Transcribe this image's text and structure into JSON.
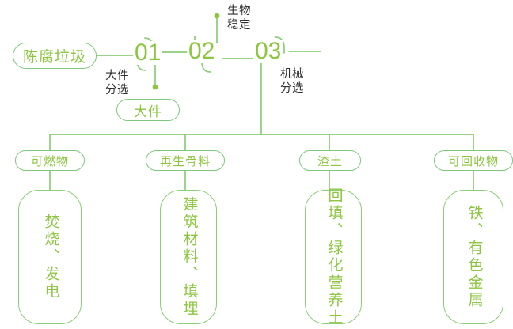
{
  "diagram": {
    "title_node": {
      "label": "陈腐垃圾"
    },
    "stages": [
      {
        "number": "01",
        "caption": "大件\n分选"
      },
      {
        "number": "02",
        "caption": "生物\n稳定"
      },
      {
        "number": "03",
        "caption": "机械\n分选"
      }
    ],
    "side_outputs": [
      {
        "label": "大件"
      }
    ],
    "branches": [
      {
        "label": "可燃物",
        "outcome": "焚烧、发电"
      },
      {
        "label": "再生骨料",
        "outcome": "建筑材料、填埋"
      },
      {
        "label": "渣土",
        "outcome": "回填、绿化营养土"
      },
      {
        "label": "可回收物",
        "outcome": "铁、有色金属"
      }
    ]
  },
  "colors": {
    "line": "#8ccd77",
    "green_text": "#8cc63f",
    "dark_text": "#2f2f2f",
    "background": "#ffffff"
  }
}
